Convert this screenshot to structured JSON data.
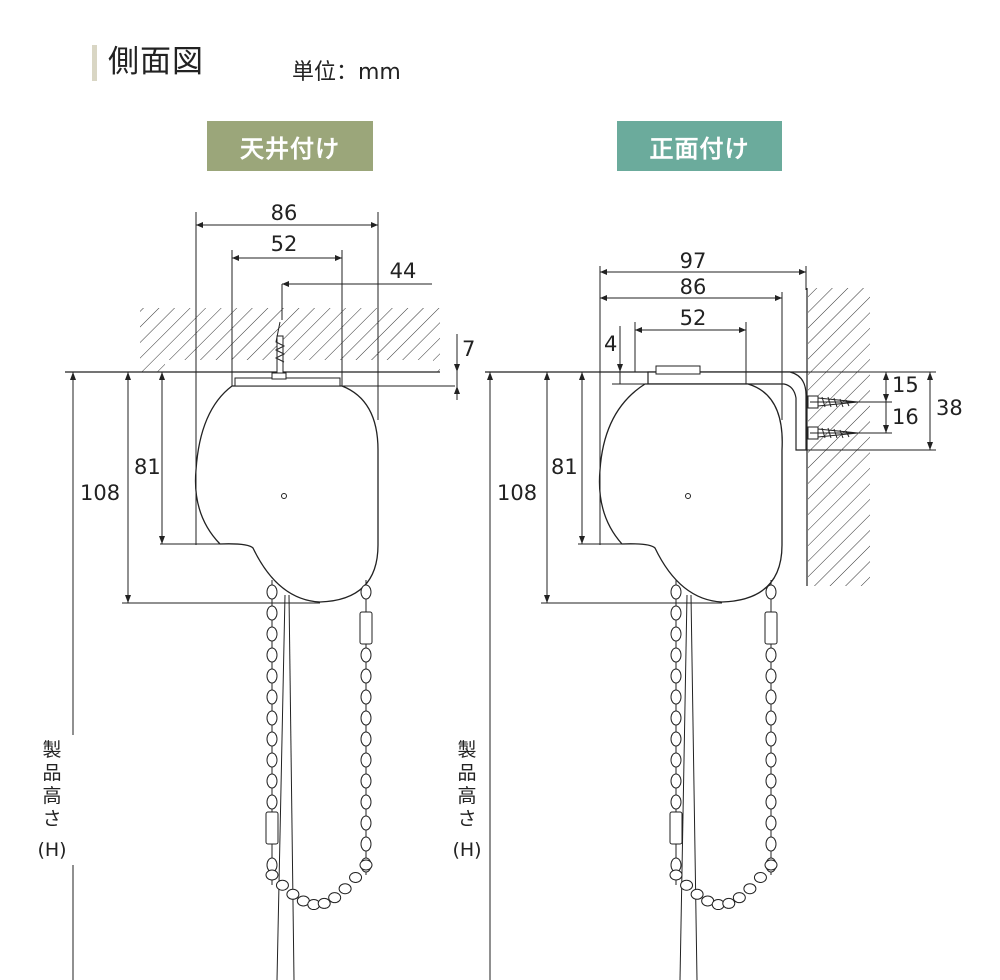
{
  "header": {
    "title": "側面図",
    "unit": "単位：mm"
  },
  "tags": {
    "ceiling": "天井付け",
    "front": "正面付け"
  },
  "colors": {
    "ceiling_tag": "#9ba67a",
    "front_tag": "#6bab9c",
    "title_bar": "#d9d6c4"
  },
  "ceiling_mount": {
    "width_outer": "86",
    "width_inner": "52",
    "screw_offset": "44",
    "bracket_thickness": "7",
    "height_body": "81",
    "height_total": "108",
    "product_height_label": [
      "製",
      "品",
      "高",
      "さ",
      "(H)"
    ]
  },
  "front_mount": {
    "width_total": "97",
    "width_outer": "86",
    "width_inner": "52",
    "bracket_offset": "4",
    "height_body": "81",
    "height_total": "108",
    "screw_upper": "15",
    "screw_lower": "16",
    "bracket_height": "38",
    "product_height_label": [
      "製",
      "品",
      "高",
      "さ",
      "(H)"
    ]
  }
}
